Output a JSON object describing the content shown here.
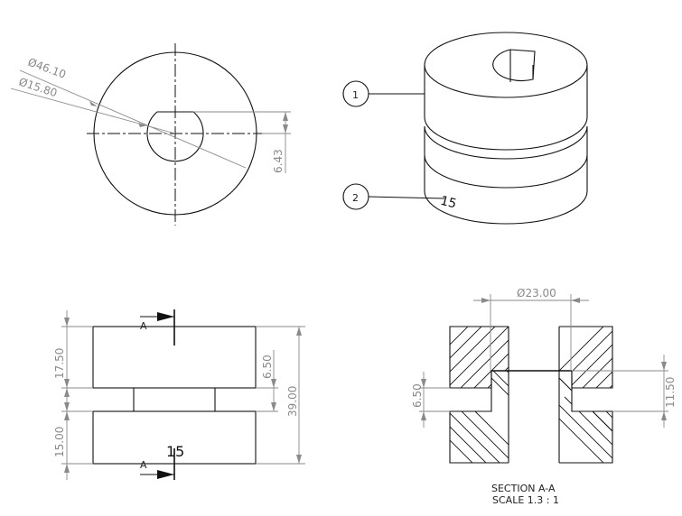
{
  "drawing": {
    "top_view": {
      "dim_outer_diameter": "Ø46.10",
      "dim_inner_diameter": "Ø15.80",
      "dim_flat": "6.43"
    },
    "iso_view": {
      "balloons": [
        {
          "number": "1"
        },
        {
          "number": "2"
        }
      ],
      "annotation": "15"
    },
    "front_view": {
      "section_marker_top": "A",
      "section_marker_bottom": "A",
      "dim_upper_height": "17.50",
      "dim_lower_height": "15.00",
      "dim_gap": "6.50",
      "dim_total": "39.00",
      "annotation": "15"
    },
    "section_view": {
      "dim_diameter": "Ø23.00",
      "dim_gap": "6.50",
      "dim_step": "11.50",
      "title": "SECTION A-A",
      "scale": "SCALE 1.3 : 1"
    }
  }
}
